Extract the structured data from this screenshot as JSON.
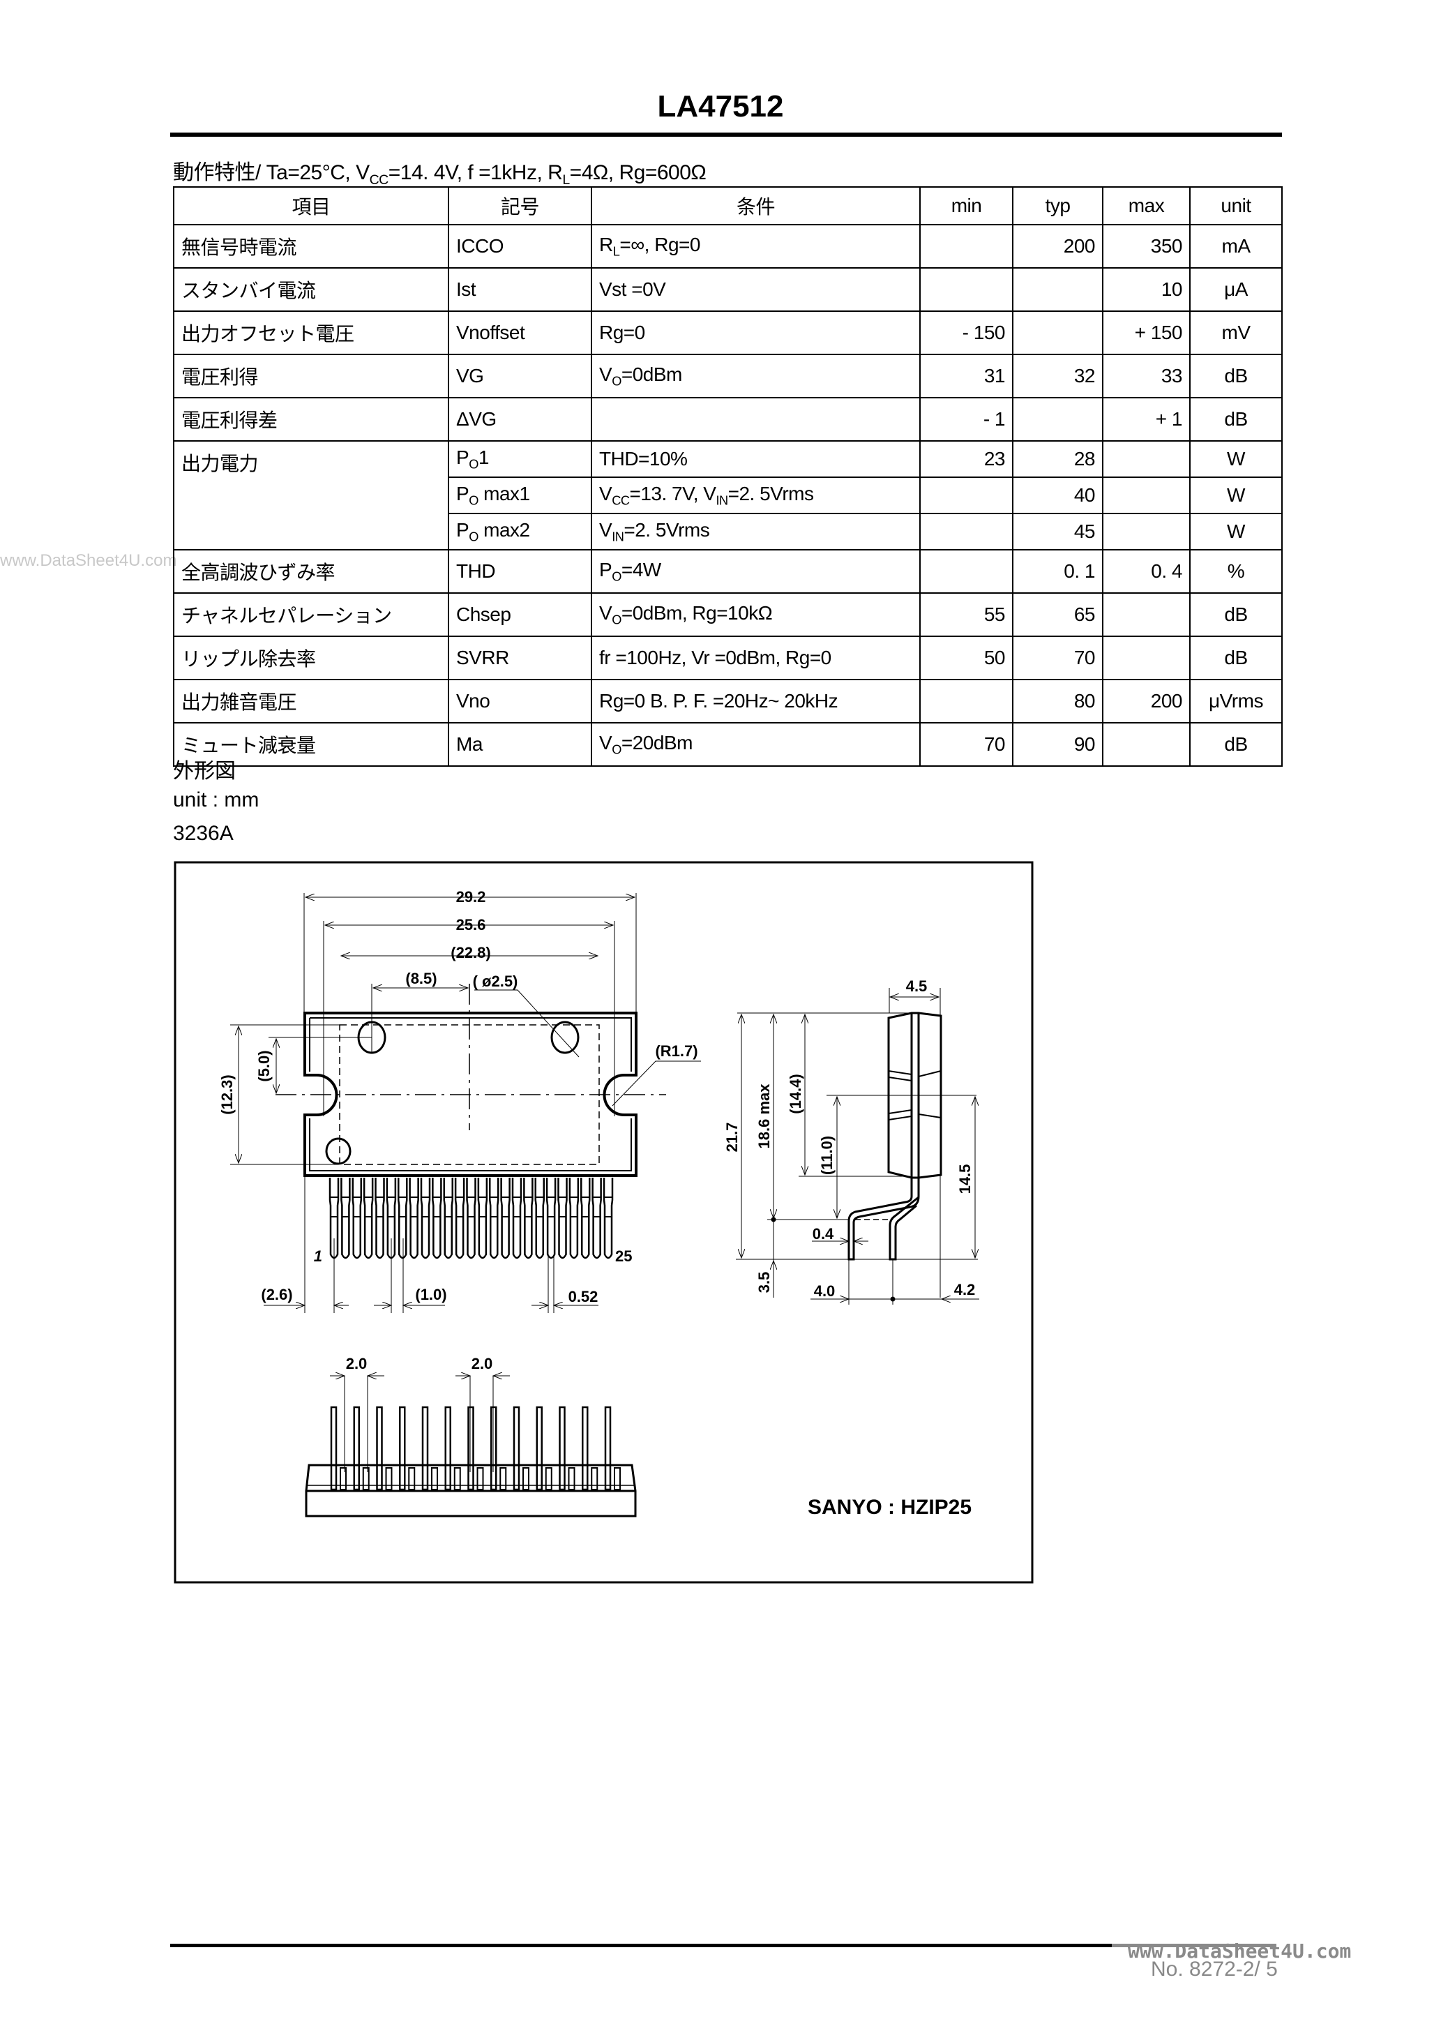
{
  "header": {
    "title": "LA47512",
    "conditions": [
      "動作特性/ Ta=25°C, V",
      {
        "sub": "CC"
      },
      "=14. 4V, f =1kHz, R",
      {
        "sub": "L"
      },
      "=4Ω, Rg=600Ω"
    ]
  },
  "spec_table": {
    "columns": [
      "項目",
      "記号",
      "条件",
      "min",
      "typ",
      "max",
      "unit"
    ],
    "rows": [
      {
        "item": "無信号時電流",
        "symbol": [
          "ICCO"
        ],
        "condition": [
          "R",
          {
            "sub": "L"
          },
          "=∞, Rg=0"
        ],
        "min": "",
        "typ": "200",
        "max": "350",
        "unit": "mA"
      },
      {
        "item": "スタンバイ電流",
        "symbol": [
          "Ist"
        ],
        "condition": [
          "Vst =0V"
        ],
        "min": "",
        "typ": "",
        "max": "10",
        "unit": "μA"
      },
      {
        "item": "出力オフセット電圧",
        "symbol": [
          "Vnoffset"
        ],
        "condition": [
          "Rg=0"
        ],
        "min": "- 150",
        "typ": "",
        "max": "+ 150",
        "unit": "mV"
      },
      {
        "item": "電圧利得",
        "symbol": [
          "VG"
        ],
        "condition": [
          "V",
          {
            "sub": "O"
          },
          "=0dBm"
        ],
        "min": "31",
        "typ": "32",
        "max": "33",
        "unit": "dB"
      },
      {
        "item": "電圧利得差",
        "symbol": [
          "ΔVG"
        ],
        "condition": [
          ""
        ],
        "min": "- 1",
        "typ": "",
        "max": "+ 1",
        "unit": "dB"
      },
      {
        "item": "出力電力",
        "rowspan": 3,
        "symbol": [
          "P",
          {
            "sub": "O"
          },
          "1"
        ],
        "condition": [
          "THD=10%"
        ],
        "min": "23",
        "typ": "28",
        "max": "",
        "unit": "W"
      },
      {
        "item": null,
        "symbol": [
          "P",
          {
            "sub": "O"
          },
          " max1"
        ],
        "condition": [
          "V",
          {
            "sub": "CC"
          },
          "=13. 7V, V",
          {
            "sub": "IN"
          },
          "=2. 5Vrms"
        ],
        "min": "",
        "typ": "40",
        "max": "",
        "unit": "W"
      },
      {
        "item": null,
        "symbol": [
          "P",
          {
            "sub": "O"
          },
          " max2"
        ],
        "condition": [
          "V",
          {
            "sub": "IN"
          },
          "=2. 5Vrms"
        ],
        "min": "",
        "typ": "45",
        "max": "",
        "unit": "W"
      },
      {
        "item": "全高調波ひずみ率",
        "symbol": [
          "THD"
        ],
        "condition": [
          "P",
          {
            "sub": "O"
          },
          "=4W"
        ],
        "min": "",
        "typ": "0. 1",
        "max": "0. 4",
        "unit": "%"
      },
      {
        "item": "チャネルセパレーション",
        "symbol": [
          "Chsep"
        ],
        "condition": [
          "V",
          {
            "sub": "O"
          },
          "=0dBm, Rg=10kΩ"
        ],
        "min": "55",
        "typ": "65",
        "max": "",
        "unit": "dB"
      },
      {
        "item": "リップル除去率",
        "symbol": [
          "SVRR"
        ],
        "condition": [
          "fr =100Hz, Vr =0dBm, Rg=0"
        ],
        "min": "50",
        "typ": "70",
        "max": "",
        "unit": "dB"
      },
      {
        "item": "出力雑音電圧",
        "symbol": [
          "Vno"
        ],
        "condition": [
          "Rg=0  B. P. F. =20Hz~ 20kHz"
        ],
        "min": "",
        "typ": "80",
        "max": "200",
        "unit": "μVrms"
      },
      {
        "item": "ミュート減衰量",
        "symbol": [
          "Ma"
        ],
        "condition": [
          "V",
          {
            "sub": "O"
          },
          "=20dBm"
        ],
        "min": "70",
        "typ": "90",
        "max": "",
        "unit": "dB"
      }
    ]
  },
  "outline": {
    "heading": "外形図",
    "unit": "unit : mm",
    "code": "3236A",
    "drawing": {
      "dim_29_2": "29.2",
      "dim_25_6": "25.6",
      "dim_22_8": "(22.8)",
      "dim_8_5": "(8.5)",
      "dim_phi": "( ø2.5)",
      "dim_r": "(R1.7)",
      "dim_12_3": "(12.3)",
      "dim_5_0": "(5.0)",
      "pin_first": "1",
      "pin_last": "25",
      "dim_2_6": "(2.6)",
      "dim_1_0": "(1.0)",
      "dim_0_52": "0.52",
      "dim_4_5": "4.5",
      "dim_21_7": "21.7",
      "dim_18_6": "18.6 max",
      "dim_14_4": "(14.4)",
      "dim_11_0": "(11.0)",
      "dim_14_5": "14.5",
      "dim_0_4": "0.4",
      "dim_3_5": "3.5",
      "dim_4_0": "4.0",
      "dim_4_2": "4.2",
      "dim_2_0a": "2.0",
      "dim_2_0b": "2.0",
      "package": "SANYO : HZIP25"
    }
  },
  "watermarks": {
    "left": "www.DataSheet4U.com",
    "footer": "www.DataSheet4U.com"
  },
  "footer": {
    "page_number": "No. 8272-2/ 5"
  }
}
